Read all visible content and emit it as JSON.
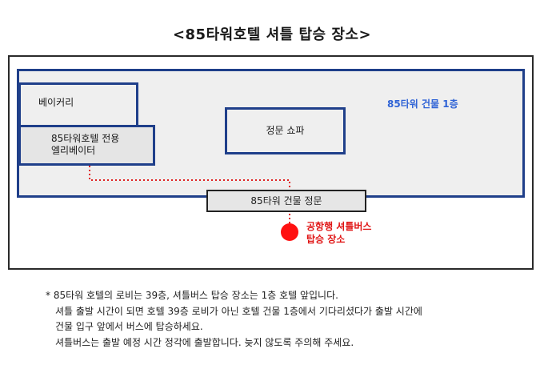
{
  "title": "<85타워호텔 셔틀 탑승 장소>",
  "map": {
    "floor_label": "85타워 건물 1층",
    "bakery": "베이커리",
    "elevator_line1": "85타워호텔 전용",
    "elevator_line2": "엘리베이터",
    "sofa": "정문 쇼파",
    "main_gate": "85타워 건물 정문",
    "pickup_line1": "공항행 셔틀버스",
    "pickup_line2": "탑승 장소",
    "colors": {
      "wall": "#1f3f8a",
      "route": "#e02020",
      "pickup": "#ff1111",
      "floor_label": "#2f63d6"
    }
  },
  "notes": [
    "* 85타워 호텔의 로비는 39층, 셔틀버스 탑승 장소는 1층 호텔 앞입니다.",
    "셔틀 출발 시간이 되면 호텔 39층 로비가 아닌 호텔 건물 1층에서 기다리셨다가 출발 시간에",
    "건물 입구 앞에서 버스에 탑승하세요.",
    "셔틀버스는 출발 예정 시간 정각에 출발합니다. 늦지 않도록 주의해 주세요."
  ]
}
